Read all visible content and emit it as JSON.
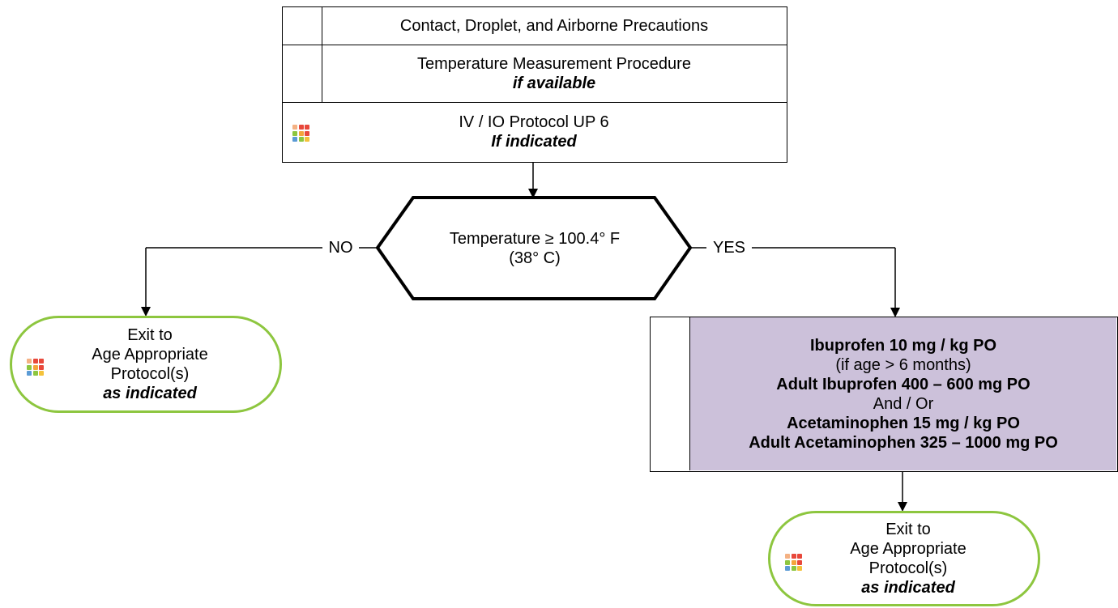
{
  "top_box": {
    "row1": {
      "text": "Contact, Droplet, and Airborne Precautions"
    },
    "row2": {
      "text": "Temperature Measurement Procedure",
      "qualifier": "if available"
    },
    "row3": {
      "text": "IV / IO Protocol UP 6",
      "qualifier": "If indicated",
      "icon": "colored-grid-icon"
    }
  },
  "decision": {
    "line1": "Temperature ≥  100.4°  F",
    "line2": "(38°  C)"
  },
  "branch_labels": {
    "no": "NO",
    "yes": "YES"
  },
  "left_exit": {
    "line1": "Exit to",
    "line2": "Age Appropriate",
    "line3": "Protocol(s)",
    "qualifier": "as indicated",
    "icon": "colored-grid-icon"
  },
  "medication_box": {
    "fill": "#ccc1da",
    "line1": "Ibuprofen 10 mg / kg PO",
    "line2": "(if age > 6 months)",
    "line3": "Adult Ibuprofen 400 – 600 mg PO",
    "line4": "And / Or",
    "line5": "Acetaminophen 15 mg / kg PO",
    "line6": "Adult Acetaminophen 325 – 1000 mg PO"
  },
  "right_exit": {
    "line1": "Exit to",
    "line2": "Age Appropriate",
    "line3": "Protocol(s)",
    "qualifier": "as indicated",
    "icon": "colored-grid-icon"
  },
  "colors": {
    "terminator_border": "#8dc63f",
    "line": "#000000"
  }
}
